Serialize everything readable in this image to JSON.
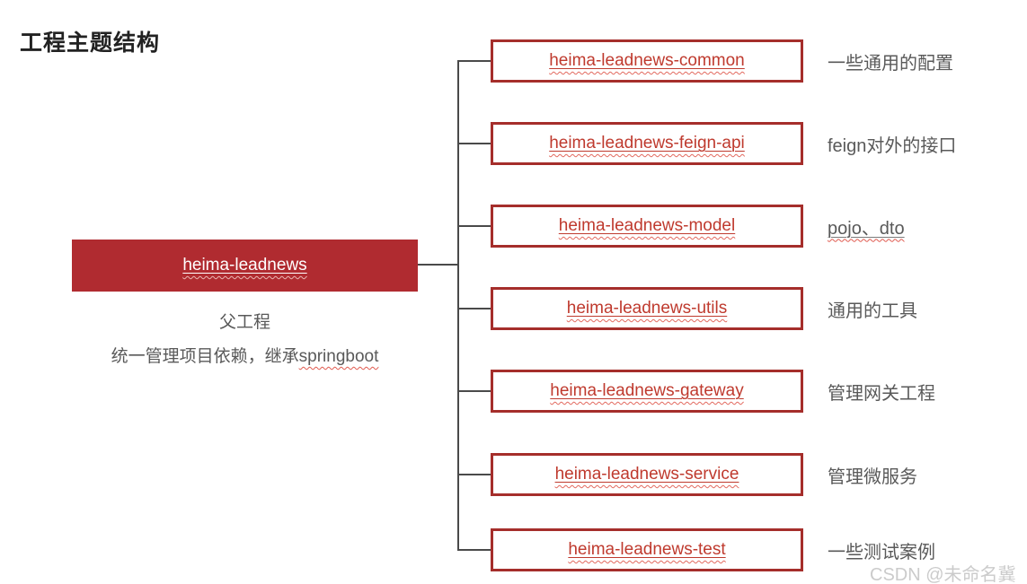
{
  "title": "工程主题结构",
  "root": {
    "label": "heima-leadnews",
    "caption_role": "父工程",
    "caption_desc_prefix": "统一管理项目依赖，继承",
    "caption_desc_highlight": "springboot"
  },
  "children": [
    {
      "label": "heima-leadnews-common",
      "note": "一些通用的配置"
    },
    {
      "label": "heima-leadnews-feign-api",
      "note": "feign对外的接口"
    },
    {
      "label": "heima-leadnews-model",
      "note": "pojo、dto"
    },
    {
      "label": "heima-leadnews-utils",
      "note": "通用的工具"
    },
    {
      "label": "heima-leadnews-gateway",
      "note": "管理网关工程"
    },
    {
      "label": "heima-leadnews-service",
      "note": "管理微服务"
    },
    {
      "label": "heima-leadnews-test",
      "note": "一些测试案例"
    }
  ],
  "watermark": "CSDN @未命名冀",
  "colors": {
    "root_fill": "#b02b30",
    "child_border": "#a52e2b",
    "child_text": "#bf3a2e",
    "connector": "#4a4a4a",
    "note_text": "#595959",
    "title_text": "#222222",
    "watermark_text": "#cbcbcb"
  }
}
